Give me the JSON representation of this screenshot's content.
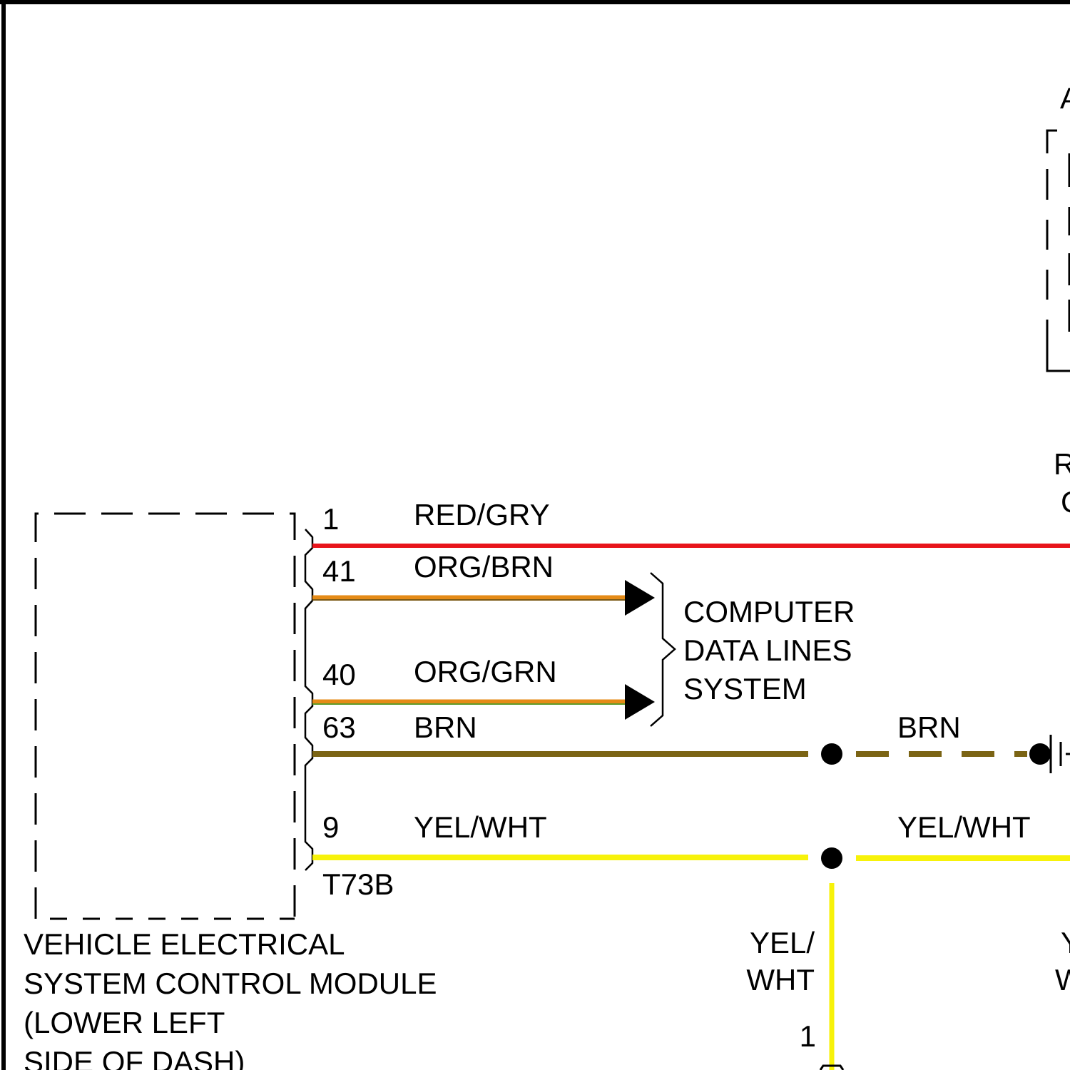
{
  "module": {
    "name_lines": [
      "VEHICLE ELECTRICAL",
      "SYSTEM CONTROL MODULE",
      "(LOWER LEFT",
      "SIDE OF DASH)"
    ],
    "connector": "T73B"
  },
  "wires": [
    {
      "pin": "1",
      "label": "RED/GRY",
      "color": "#e8141b"
    },
    {
      "pin": "41",
      "label": "ORG/BRN",
      "color": "#e58b17",
      "stripe": "#7b5a16"
    },
    {
      "pin": "40",
      "label": "ORG/GRN",
      "color": "#e58b17",
      "stripe": "#5f9b29"
    },
    {
      "pin": "63",
      "label": "BRN",
      "color": "#7b6414"
    },
    {
      "pin": "9",
      "label": "YEL/WHT",
      "color": "#f7f20a"
    }
  ],
  "data_lines": {
    "lines": [
      "COMPUTER",
      "DATA LINES",
      "SYSTEM"
    ]
  },
  "brn_right_label": "BRN",
  "yelwht_right_label": "YEL/WHT",
  "yelwht_drop_label": [
    "YEL/",
    "WHT"
  ],
  "drop_pin": "1",
  "right_edge_fragments": {
    "top": "A",
    "mid1": "R",
    "mid2": "C",
    "bottom1": "Y",
    "bottom2": "W"
  }
}
